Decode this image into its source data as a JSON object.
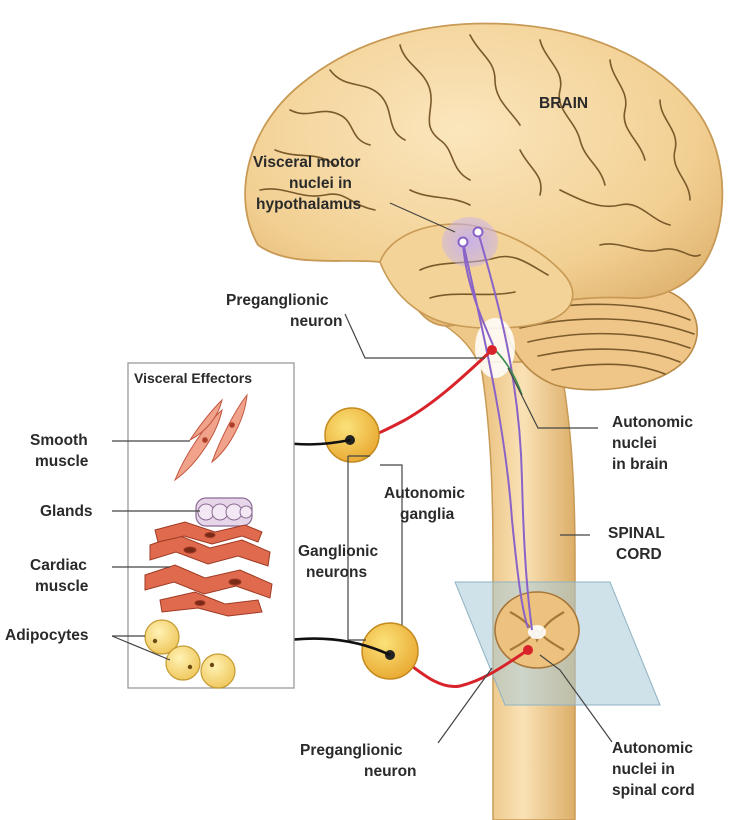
{
  "labels": {
    "brain": "BRAIN",
    "visceral_motor_1": "Visceral motor",
    "visceral_motor_2": "nuclei in",
    "visceral_motor_3": "hypothalamus",
    "pregang_top_1": "Preganglionic",
    "pregang_top_2": "neuron",
    "auto_brain_1": "Autonomic",
    "auto_brain_2": "nuclei",
    "auto_brain_3": "in brain",
    "effectors_title": "Visceral Effectors",
    "smooth_1": "Smooth",
    "smooth_2": "muscle",
    "glands": "Glands",
    "cardiac_1": "Cardiac",
    "cardiac_2": "muscle",
    "adipocytes": "Adipocytes",
    "auto_ganglia_1": "Autonomic",
    "auto_ganglia_2": "ganglia",
    "ganglionic_1": "Ganglionic",
    "ganglionic_2": "neurons",
    "spinal_1": "SPINAL",
    "spinal_2": "CORD",
    "pregang_bot_1": "Preganglionic",
    "pregang_bot_2": "neuron",
    "auto_spinal_1": "Autonomic",
    "auto_spinal_2": "nuclei in",
    "auto_spinal_3": "spinal cord"
  },
  "colors": {
    "brain_fill": "#f5d8a0",
    "brain_edge": "#c89a55",
    "nerve_red": "#d8232a",
    "neuron_purple": "#8a63c8",
    "ganglion_fill": "#f5c84a",
    "muscle_red": "#e06a4e",
    "panel_border": "#9a9a9a"
  }
}
